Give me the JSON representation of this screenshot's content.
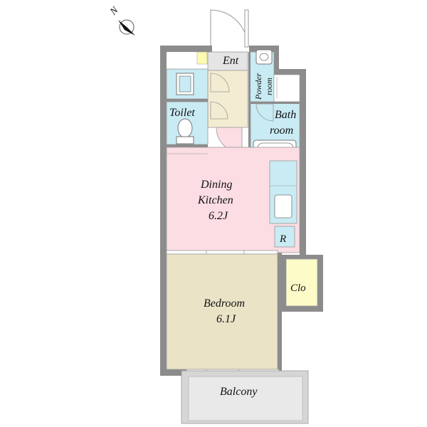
{
  "compass": {
    "letter": "N",
    "icon": "north-arrow-icon"
  },
  "rooms": {
    "entrance": {
      "label": "Ent"
    },
    "powder_room": {
      "line1": "Powder",
      "line2": "room"
    },
    "toilet": {
      "label": "Toilet"
    },
    "bath": {
      "line1": "Bath",
      "line2": "room"
    },
    "dining_kitchen": {
      "line1": "Dining",
      "line2": "Kitchen",
      "line3": "6.2J"
    },
    "refrigerator": {
      "label": "R"
    },
    "closet": {
      "label": "Clo"
    },
    "bedroom": {
      "line1": "Bedroom",
      "line2": "6.1J"
    },
    "balcony": {
      "label": "Balcony"
    }
  },
  "colors": {
    "wall": "#8c8c8c",
    "entrance_floor": "#f4ecd2",
    "wet_area": "#c9ebf3",
    "dining_kitchen": "#fbdde3",
    "bedroom": "#ebe3c6",
    "closet": "#fdfbc8",
    "balcony": "#e9e9e9"
  }
}
